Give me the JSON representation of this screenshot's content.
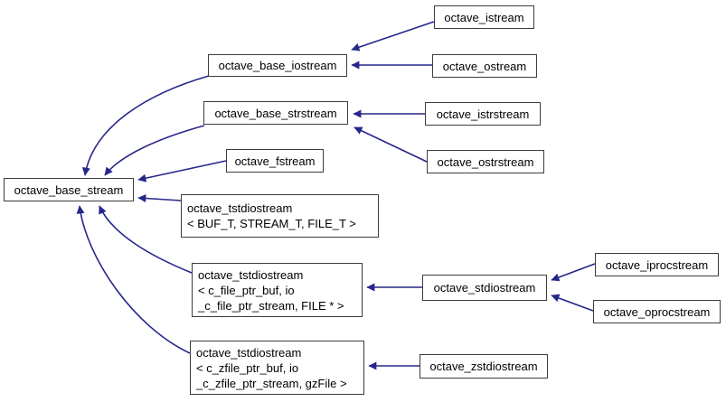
{
  "diagram": {
    "type": "class-inheritance-graph",
    "background": "#ffffff",
    "arrow_color": "#26268c",
    "box_border_color": "#3d3d3d",
    "box_fill": "#ffffff",
    "text_color": "#000000",
    "nodes": [
      {
        "id": "octave_istream",
        "label_lines": [
          "octave_istream"
        ]
      },
      {
        "id": "octave_base_iostream",
        "label_lines": [
          "octave_base_iostream"
        ]
      },
      {
        "id": "octave_ostream",
        "label_lines": [
          "octave_ostream"
        ]
      },
      {
        "id": "octave_base_strstream",
        "label_lines": [
          "octave_base_strstream"
        ]
      },
      {
        "id": "octave_istrstream",
        "label_lines": [
          "octave_istrstream"
        ]
      },
      {
        "id": "octave_fstream",
        "label_lines": [
          "octave_fstream"
        ]
      },
      {
        "id": "octave_ostrstream",
        "label_lines": [
          "octave_ostrstream"
        ]
      },
      {
        "id": "octave_base_stream",
        "label_lines": [
          "octave_base_stream"
        ]
      },
      {
        "id": "octave_tstdiostream_buf_t",
        "label_lines": [
          "octave_tstdiostream",
          "< BUF_T, STREAM_T, FILE_T >"
        ]
      },
      {
        "id": "octave_tstdiostream_c_file",
        "label_lines": [
          "octave_tstdiostream",
          "< c_file_ptr_buf, io",
          "_c_file_ptr_stream, FILE * >"
        ]
      },
      {
        "id": "octave_stdiostream",
        "label_lines": [
          "octave_stdiostream"
        ]
      },
      {
        "id": "octave_iprocstream",
        "label_lines": [
          "octave_iprocstream"
        ]
      },
      {
        "id": "octave_oprocstream",
        "label_lines": [
          "octave_oprocstream"
        ]
      },
      {
        "id": "octave_tstdiostream_c_zfile",
        "label_lines": [
          "octave_tstdiostream",
          "< c_zfile_ptr_buf, io",
          "_c_zfile_ptr_stream, gzFile >"
        ]
      },
      {
        "id": "octave_zstdiostream",
        "label_lines": [
          "octave_zstdiostream"
        ]
      }
    ],
    "edges": [
      {
        "from": "octave_istream",
        "to": "octave_base_iostream"
      },
      {
        "from": "octave_ostream",
        "to": "octave_base_iostream"
      },
      {
        "from": "octave_base_iostream",
        "to": "octave_base_stream"
      },
      {
        "from": "octave_istrstream",
        "to": "octave_base_strstream"
      },
      {
        "from": "octave_ostrstream",
        "to": "octave_base_strstream"
      },
      {
        "from": "octave_base_strstream",
        "to": "octave_base_stream"
      },
      {
        "from": "octave_fstream",
        "to": "octave_base_stream"
      },
      {
        "from": "octave_tstdiostream_buf_t",
        "to": "octave_base_stream"
      },
      {
        "from": "octave_tstdiostream_c_file",
        "to": "octave_base_stream"
      },
      {
        "from": "octave_stdiostream",
        "to": "octave_tstdiostream_c_file"
      },
      {
        "from": "octave_iprocstream",
        "to": "octave_stdiostream"
      },
      {
        "from": "octave_oprocstream",
        "to": "octave_stdiostream"
      },
      {
        "from": "octave_tstdiostream_c_zfile",
        "to": "octave_base_stream"
      },
      {
        "from": "octave_zstdiostream",
        "to": "octave_tstdiostream_c_zfile"
      }
    ]
  }
}
